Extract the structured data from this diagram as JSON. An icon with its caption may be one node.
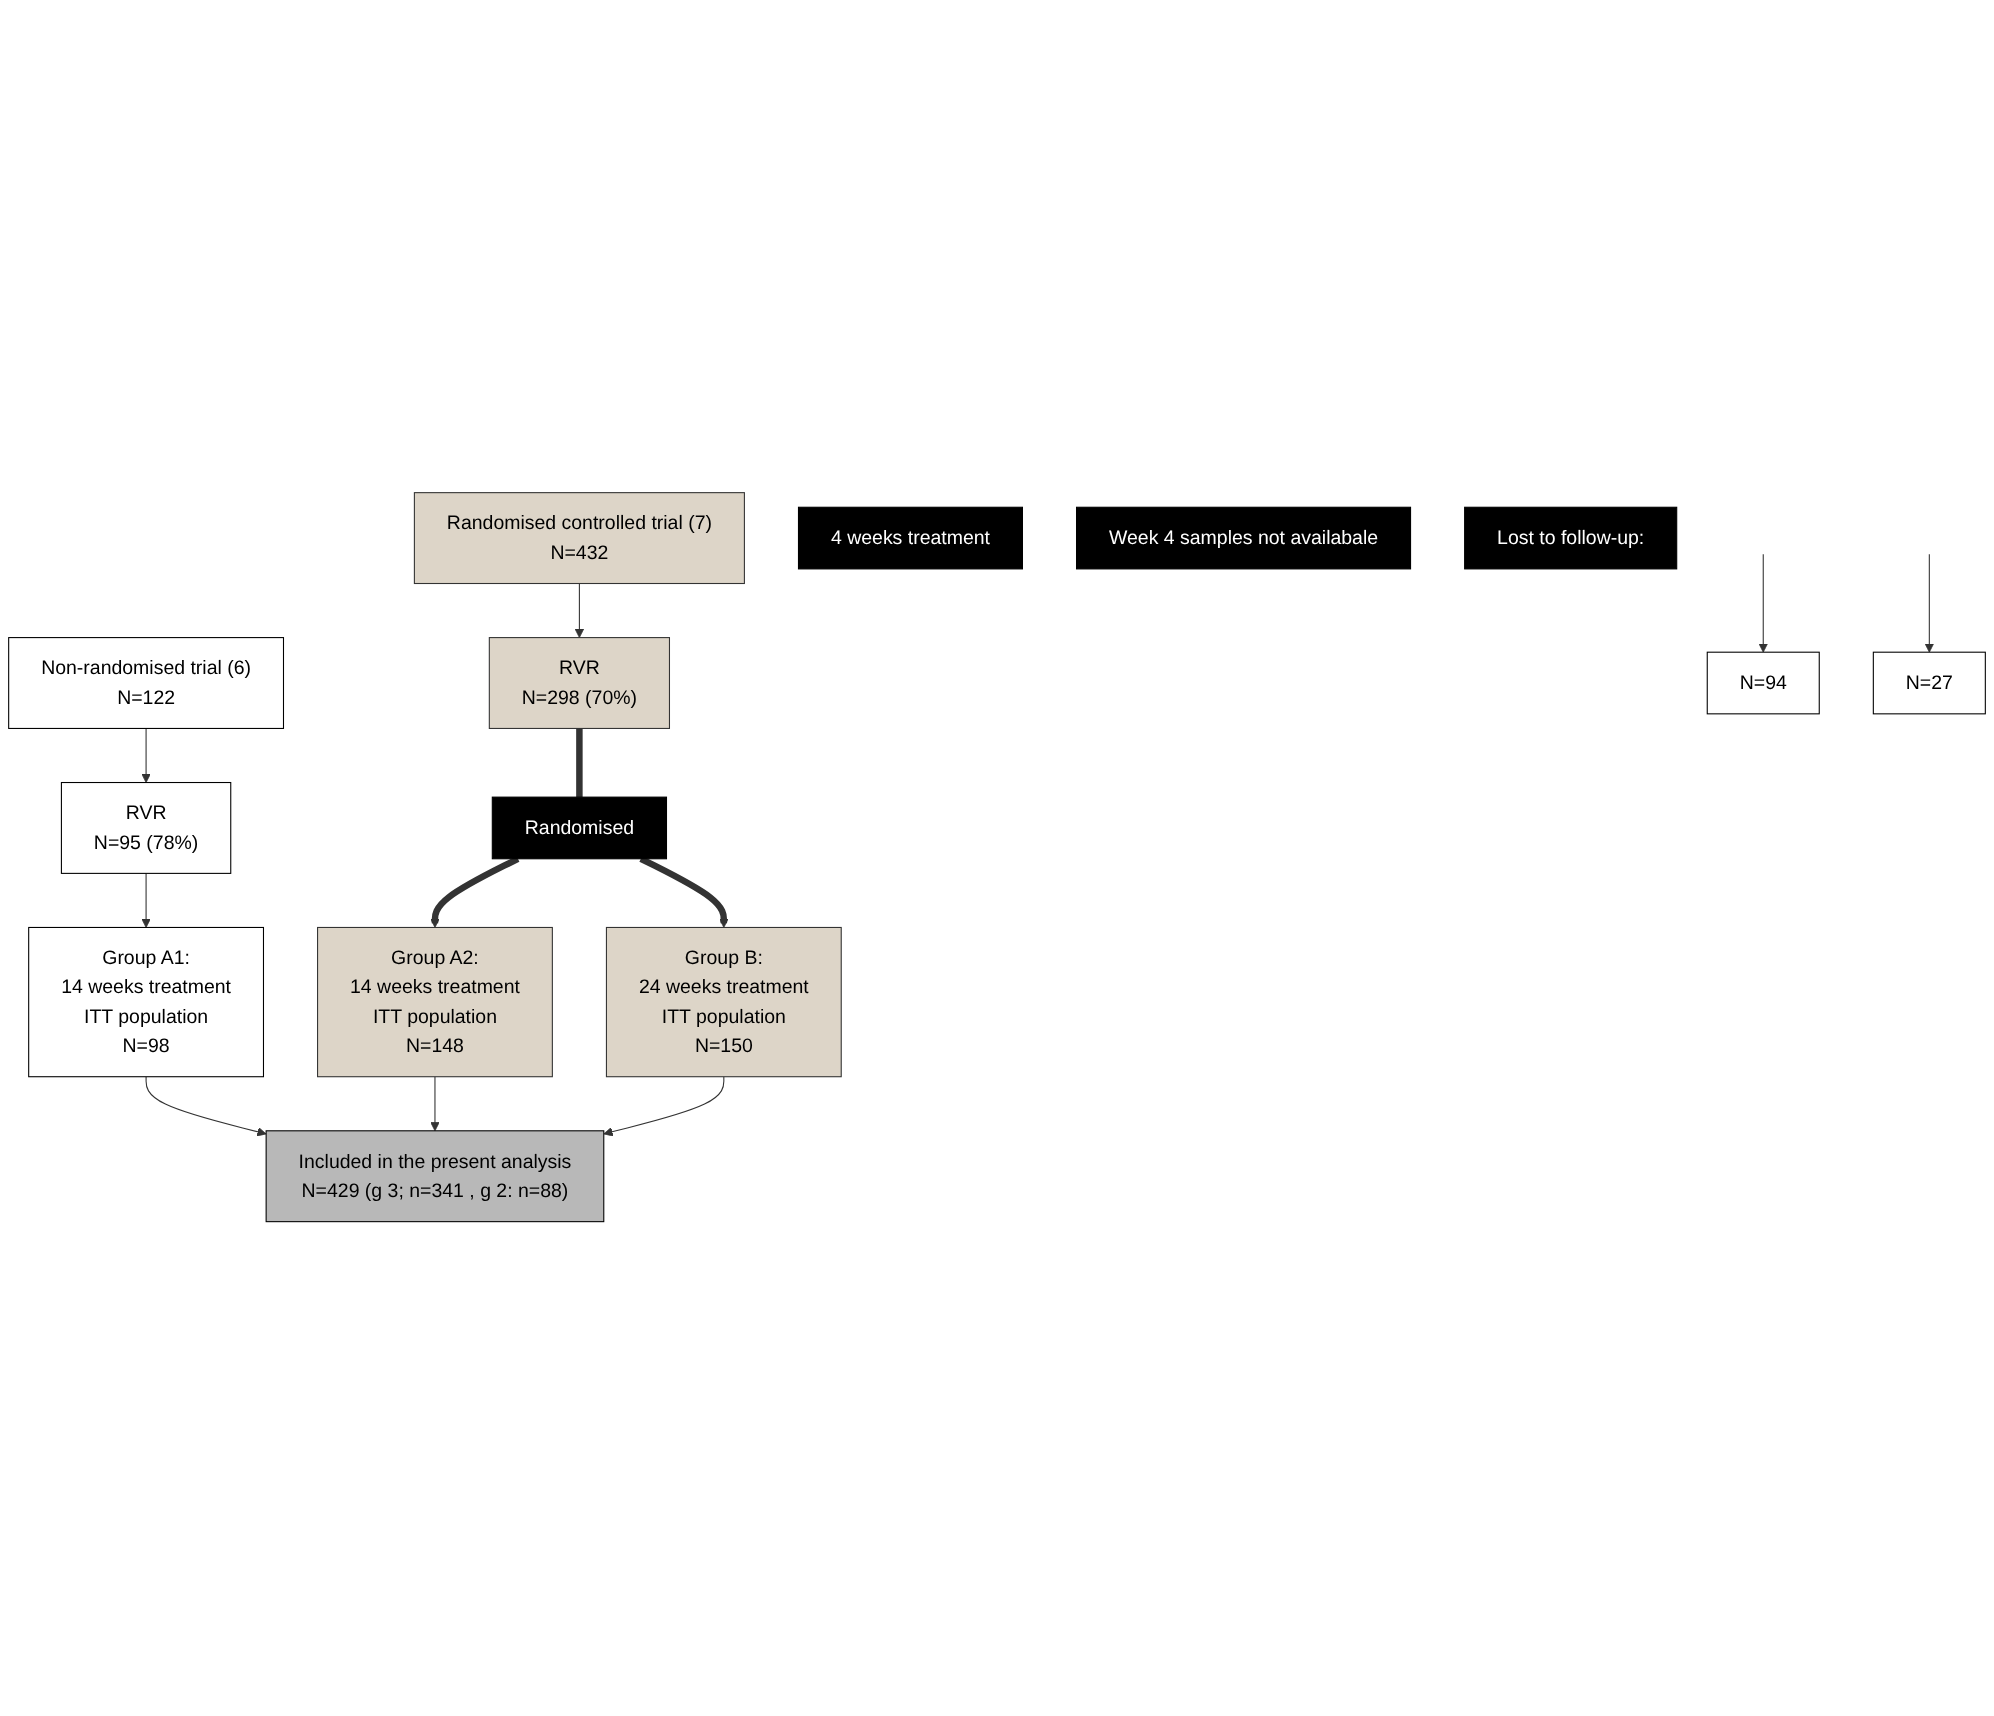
{
  "diagram": {
    "nodes": [
      {
        "text": [
          "Non-randomised trial (6)",
          "N=122"
        ]
      },
      {
        "text": [
          "Randomised controlled trial (7)",
          "N=432"
        ]
      },
      {
        "text": [
          "4 weeks treatment"
        ]
      },
      {
        "text": [
          "RVR",
          "N=95 (78%)"
        ]
      },
      {
        "text": [
          "RVR",
          "N=298 (70%)"
        ]
      },
      {
        "text": [
          "Randomised"
        ]
      },
      {
        "text": [
          "Group A1:",
          "14 weeks treatment",
          "ITT population",
          "N=98"
        ]
      },
      {
        "text": [
          "Group A2:",
          "14 weeks treatment",
          "ITT population",
          "N=148"
        ]
      },
      {
        "text": [
          "Group B:",
          "24 weeks treatment",
          "ITT population",
          "N=150"
        ]
      },
      {
        "text": [
          "Week 4 samples not availabale"
        ]
      },
      {
        "text": [
          "N=94"
        ]
      },
      {
        "text": [
          "Lost to follow-up:"
        ]
      },
      {
        "text": [
          "N=27"
        ]
      },
      {
        "text": [
          "Included in the present analysis",
          "N=429 (g 3; n=341 , g 2: n=88)"
        ]
      }
    ],
    "edges": [
      {
        "from": 0,
        "to": 3,
        "arrow": "to"
      },
      {
        "from": 1,
        "to": 4,
        "arrow": "to"
      },
      {
        "from": 4,
        "to": 5,
        "arrow": "none",
        "style": "thick"
      },
      {
        "from": 5,
        "to": 7,
        "arrow": "to",
        "style": "thick"
      },
      {
        "from": 5,
        "to": 8,
        "arrow": "to",
        "style": "thick"
      },
      {
        "from": 3,
        "to": 6,
        "arrow": "to"
      },
      {
        "from": 6,
        "to": 13,
        "arrow": "to"
      },
      {
        "from": 7,
        "to": 13,
        "arrow": "to"
      },
      {
        "from": 8,
        "to": 13,
        "arrow": "to"
      },
      {
        "from": null,
        "to": 10,
        "arrow": "to"
      },
      {
        "from": null,
        "to": 12,
        "arrow": "to"
      }
    ]
  }
}
